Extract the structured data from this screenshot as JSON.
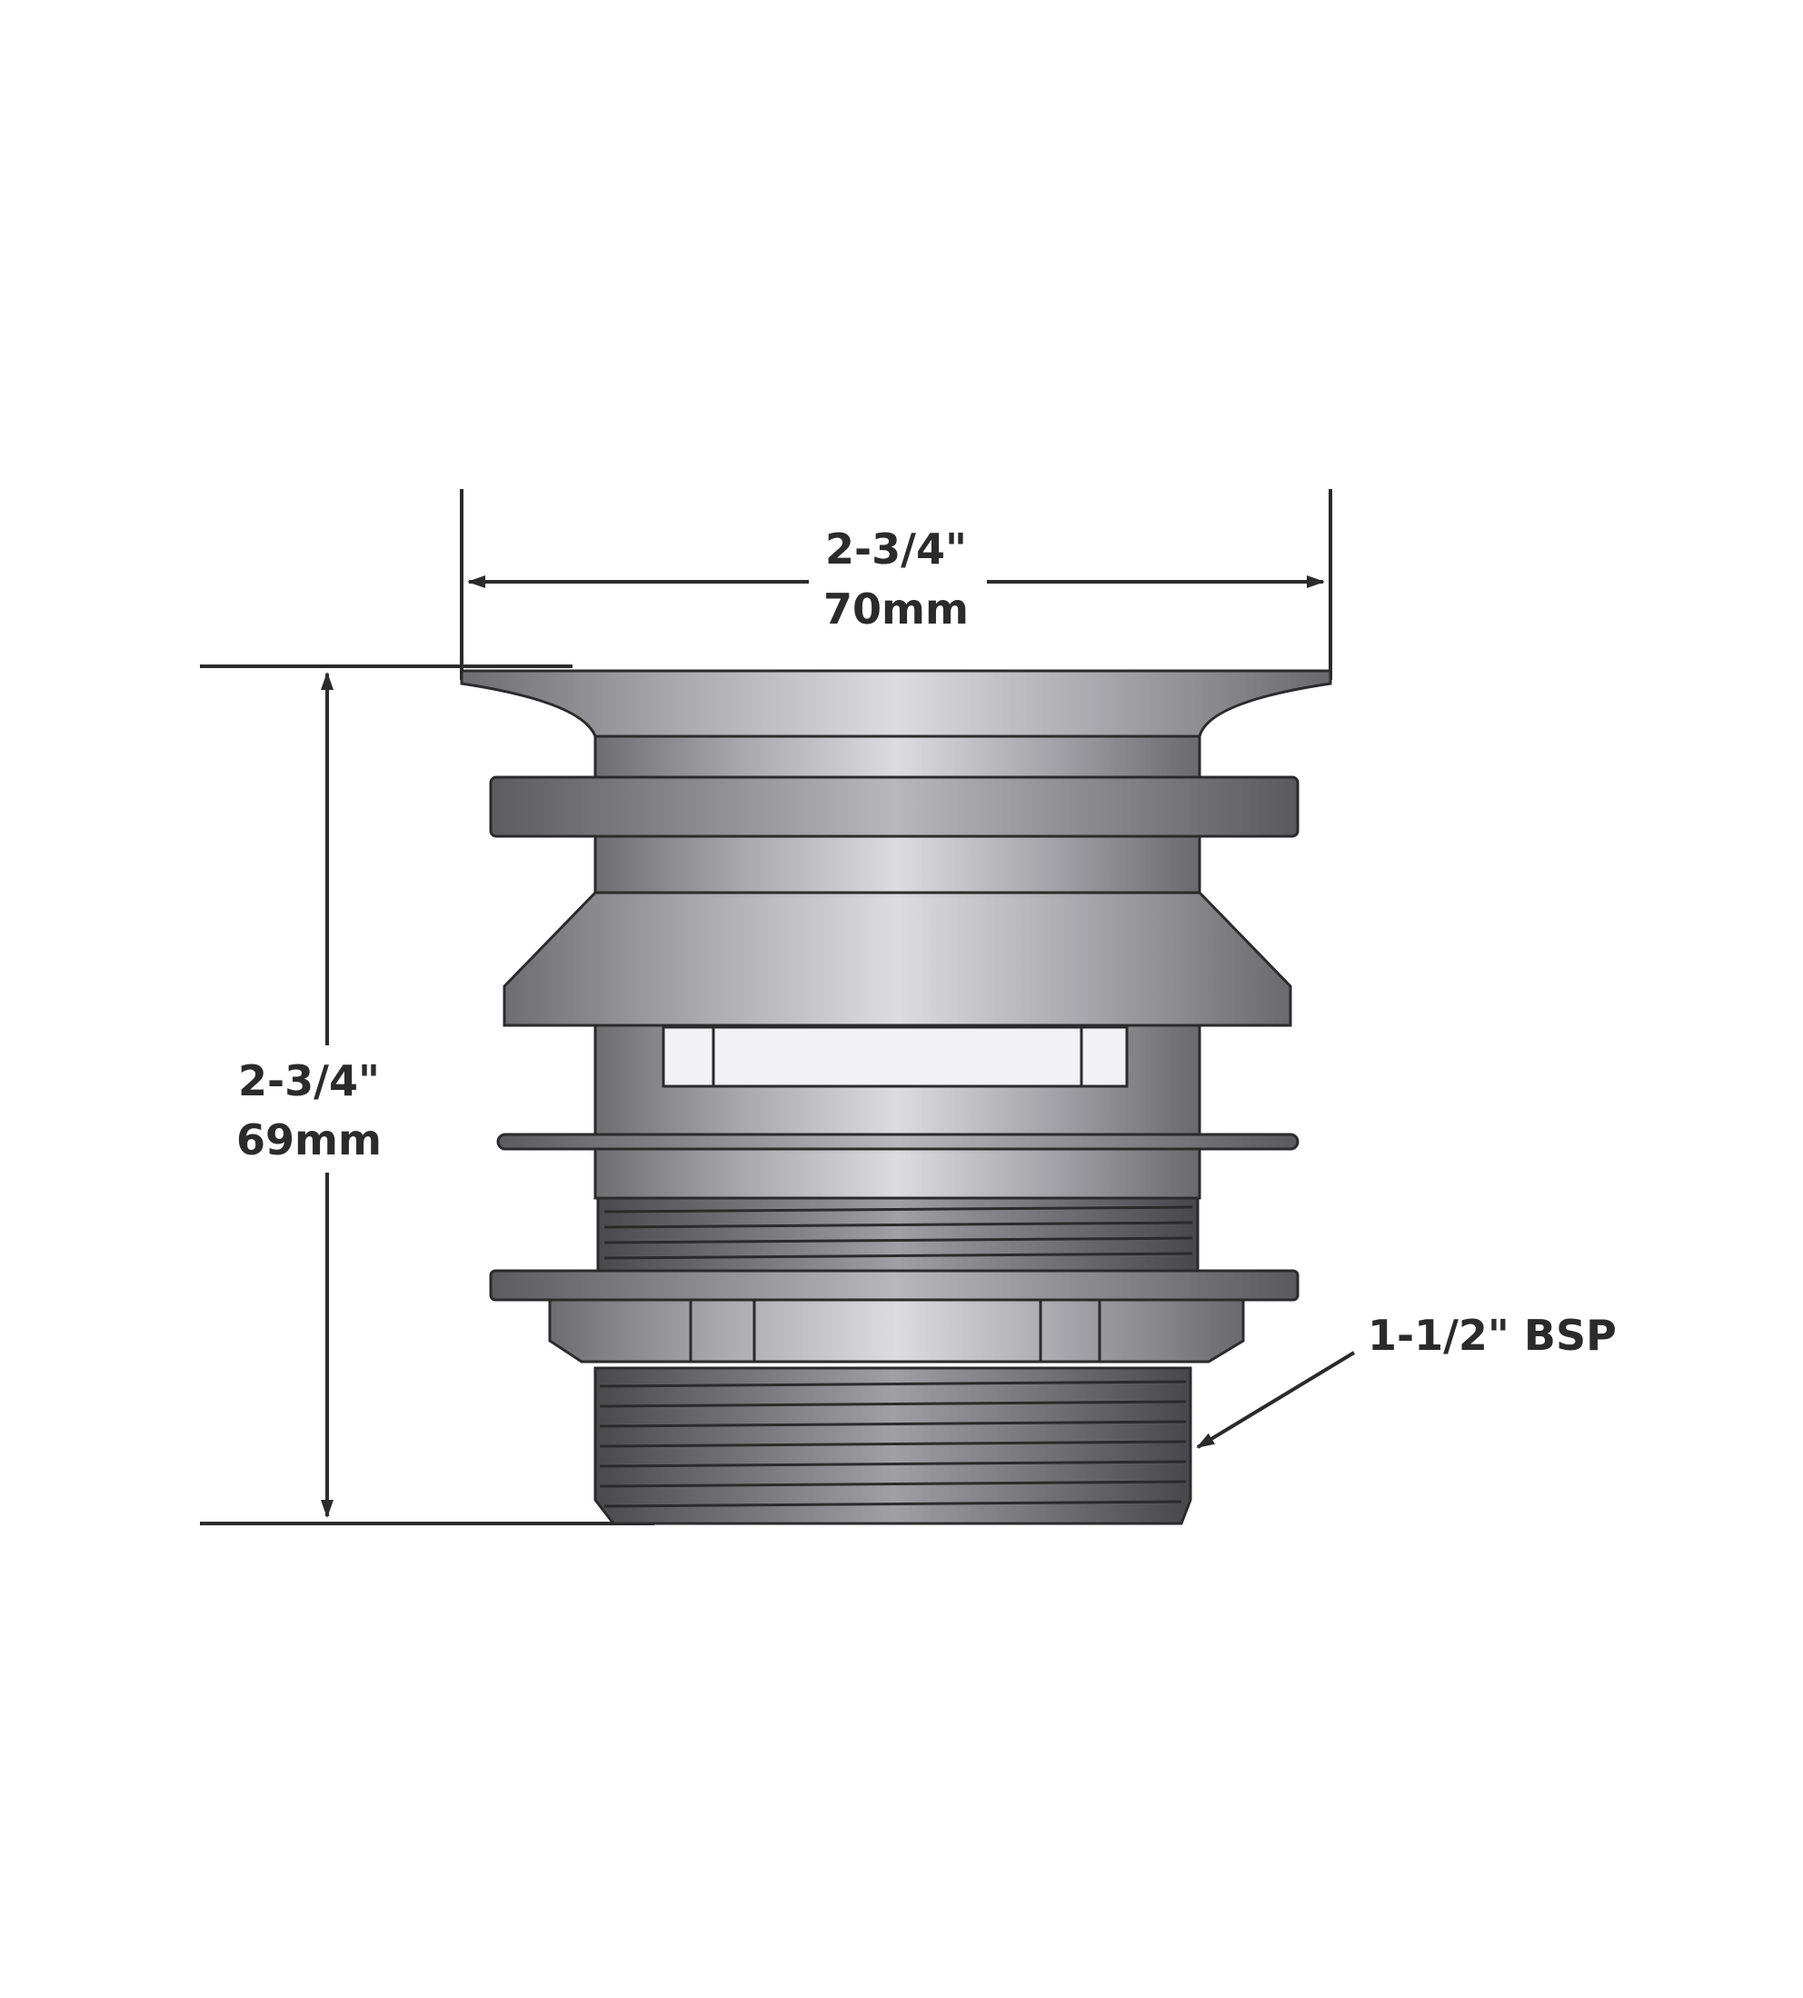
{
  "dimensions": {
    "width": {
      "imperial": "2-3/4\"",
      "metric": "70mm"
    },
    "height": {
      "imperial": "2-3/4\"",
      "metric": "69mm"
    }
  },
  "callout": {
    "thread_label": "1-1/2\" BSP"
  },
  "colors": {
    "line": "#2b2b2b",
    "metal_dark": "#6e6e72",
    "metal_light": "#d6d6da",
    "thread": "#5a5a5e"
  }
}
